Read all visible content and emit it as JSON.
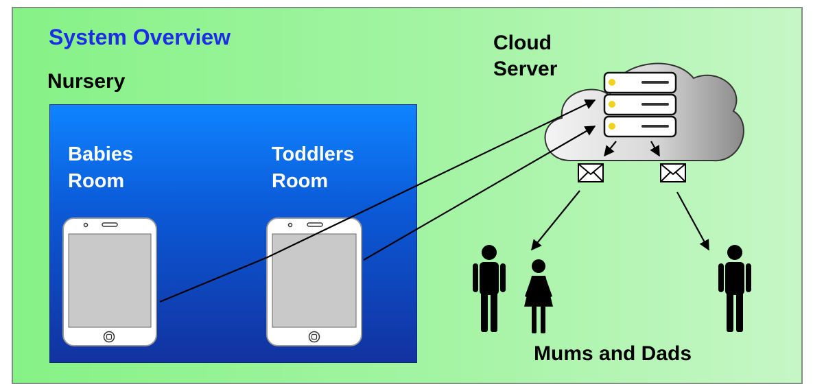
{
  "title": "System Overview",
  "nursery": {
    "label": "Nursery",
    "rooms": [
      "Babies\nRoom",
      "Toddlers\nRoom"
    ]
  },
  "cloud": {
    "label": "Cloud\nServer"
  },
  "parents": {
    "label": "Mums and Dads"
  },
  "colors": {
    "title": "#1b2ee6",
    "background": "#a4f4a4",
    "nursery_panel": "#0b5ad8",
    "server_led": "#f2d21c"
  },
  "icons": [
    "tablet-icon",
    "cloud-icon",
    "server-icon",
    "envelope-icon",
    "man-icon",
    "woman-icon"
  ]
}
